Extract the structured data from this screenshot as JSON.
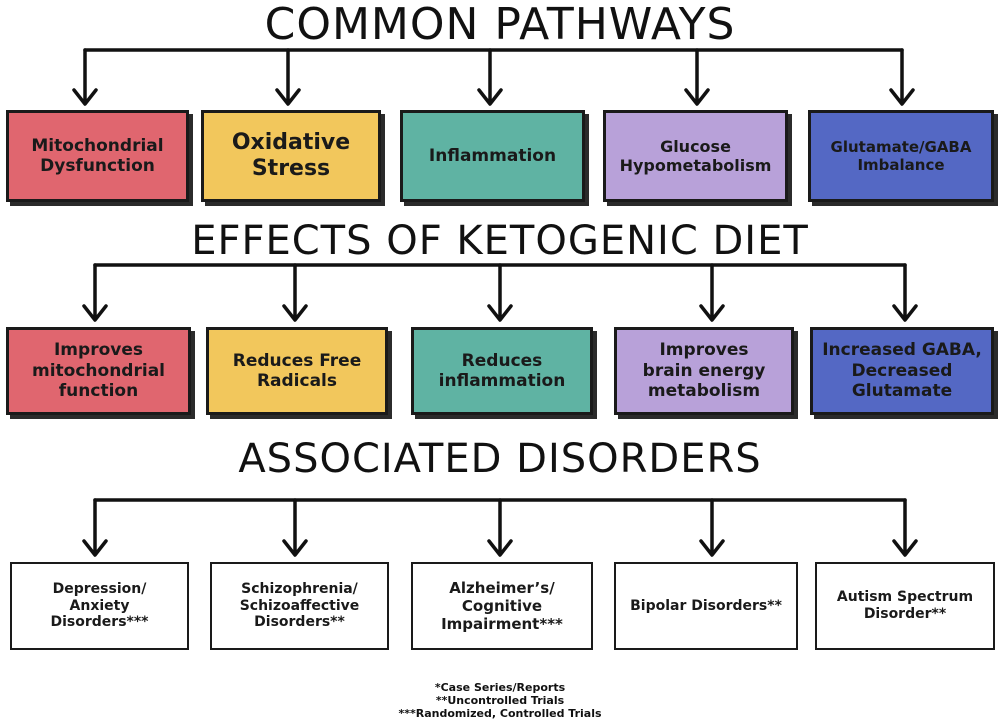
{
  "headings": {
    "pathways": "COMMON PATHWAYS",
    "effects": "EFFECTS OF KETOGENIC DIET",
    "disorders": "ASSOCIATED DISORDERS"
  },
  "pathways": [
    {
      "label": "Mitochondrial\nDysfunction",
      "color": "#e0666f"
    },
    {
      "label": "Oxidative\nStress",
      "color": "#f2c75c"
    },
    {
      "label": "Inflammation",
      "color": "#5fb3a3"
    },
    {
      "label": "Glucose\nHypometabolism",
      "color": "#b8a1d9"
    },
    {
      "label": "Glutamate/GABA\nImbalance",
      "color": "#5468c4"
    }
  ],
  "effects": [
    {
      "label": "Improves\nmitochondrial\nfunction",
      "color": "#e0666f"
    },
    {
      "label": "Reduces Free\nRadicals",
      "color": "#f2c75c"
    },
    {
      "label": "Reduces\ninflammation",
      "color": "#5fb3a3"
    },
    {
      "label": "Improves\nbrain energy\nmetabolism",
      "color": "#b8a1d9"
    },
    {
      "label": "Increased GABA,\nDecreased\nGlutamate",
      "color": "#5468c4"
    }
  ],
  "disorders": [
    {
      "label": "Depression/\nAnxiety\nDisorders***"
    },
    {
      "label": "Schizophrenia/\nSchizoaffective\nDisorders**"
    },
    {
      "label": "Alzheimer’s/\nCognitive\nImpairment***"
    },
    {
      "label": "Bipolar Disorders**"
    },
    {
      "label": "Autism Spectrum\nDisorder**"
    }
  ],
  "footnotes": [
    "*Case Series/Reports",
    "**Uncontrolled Trials",
    "***Randomized, Controlled Trials"
  ]
}
